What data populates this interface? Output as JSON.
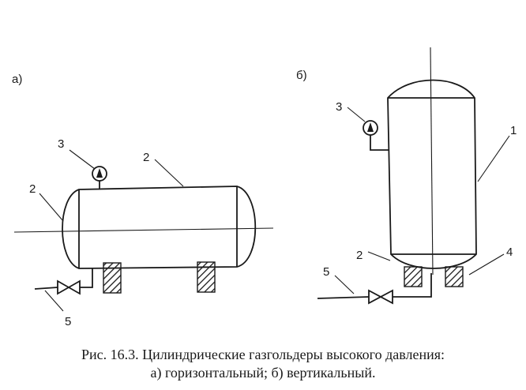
{
  "figure": {
    "panel_a_label": "а)",
    "panel_b_label": "б)",
    "caption_line1": "Рис. 16.3. Цилиндрические газгольдеры высокого давления:",
    "caption_line2": "а) горизонтальный; б) вертикальный."
  },
  "horizontal_tank": {
    "callouts": {
      "gauge": "3",
      "shell": "2",
      "head": "2",
      "valve": "5"
    }
  },
  "vertical_tank": {
    "callouts": {
      "gauge": "3",
      "shell": "1",
      "head": "2",
      "valve": "5",
      "support": "4"
    }
  }
}
